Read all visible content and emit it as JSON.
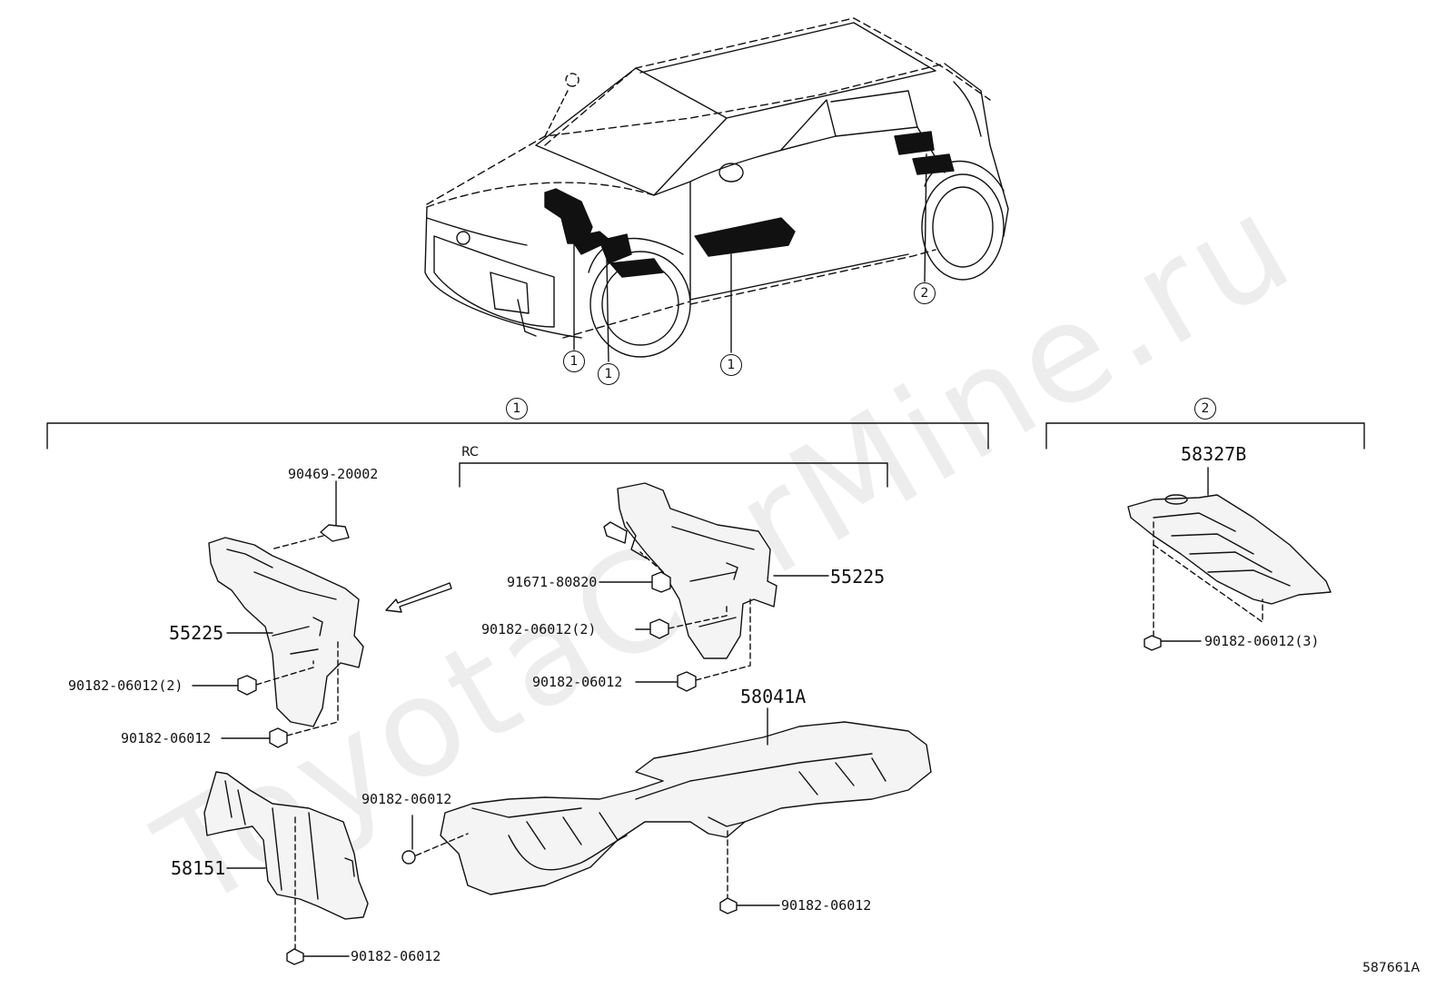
{
  "watermark": "ToyotaCarMine.ru",
  "diagram_id": "587661A",
  "callouts": {
    "group1": "1",
    "group2": "2",
    "rc": "RC"
  },
  "parts": {
    "p_90469": "90469-20002",
    "p_55225_left": "55225",
    "p_nut_left_2": "90182-06012(2)",
    "p_nut_left": "90182-06012",
    "p_91671": "91671-80820",
    "p_nut_mid_2": "90182-06012(2)",
    "p_nut_mid": "90182-06012",
    "p_55225_right": "55225",
    "p_58041A": "58041A",
    "p_nut_58041_top": "90182-06012",
    "p_nut_58041_bottom": "90182-06012",
    "p_58151": "58151",
    "p_nut_58151": "90182-06012",
    "p_58327B": "58327B",
    "p_nut_58327_3": "90182-06012(3)"
  },
  "colors": {
    "ink": "#111111",
    "part_fill": "#f4f4f4",
    "watermark": "#000000"
  }
}
